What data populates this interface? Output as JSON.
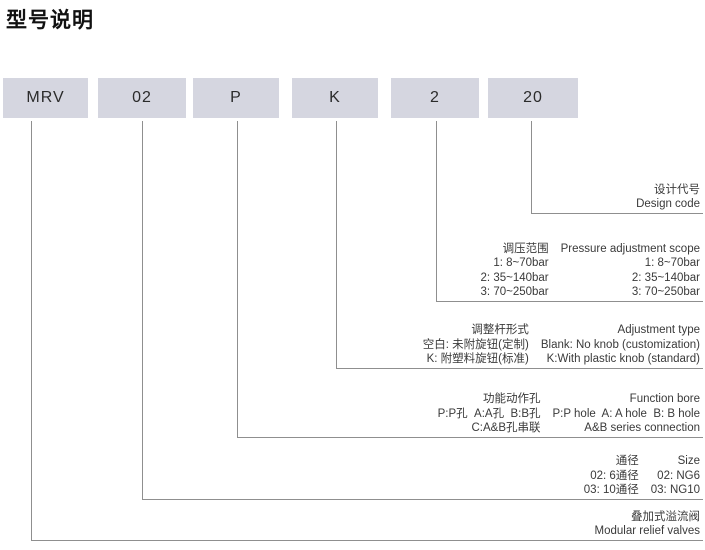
{
  "page_title": "型号说明",
  "model_code_boxes": [
    "MRV",
    "02",
    "P",
    "K",
    "2",
    "20"
  ],
  "legend": {
    "design_code": {
      "cn": [
        "设计代号"
      ],
      "en": [
        "Design code"
      ]
    },
    "pressure_adjustment_scope": {
      "cn": [
        "调压范围",
        "1: 8~70bar",
        "2: 35~140bar",
        "3: 70~250bar"
      ],
      "en": [
        "Pressure adjustment scope",
        "1: 8~70bar",
        "2: 35~140bar",
        "3: 70~250bar"
      ]
    },
    "adjustment_type": {
      "cn": [
        "调整杆形式",
        "空白: 未附旋钮(定制)",
        "K: 附塑料旋钮(标准)"
      ],
      "en": [
        "Adjustment type",
        "Blank: No knob (customization)",
        "K:With plastic knob (standard)"
      ]
    },
    "function_bore": {
      "cn": [
        "功能动作孔",
        "P:P孔  A:A孔  B:B孔",
        "C:A&B孔串联"
      ],
      "en": [
        "Function bore",
        "P:P hole  A: A hole  B: B hole",
        "A&B series connection"
      ]
    },
    "size": {
      "cn": [
        "通径",
        "02: 6通径",
        "03: 10通径"
      ],
      "en": [
        "Size",
        "02: NG6",
        "03: NG10"
      ]
    },
    "valve_type": {
      "cn": [
        "叠加式溢流阀"
      ],
      "en": [
        "Modular relief valves"
      ]
    }
  },
  "colors": {
    "box_fill": "#d5d6e0",
    "connector_line": "#8f8f8f",
    "text": "#3a3a3a"
  }
}
